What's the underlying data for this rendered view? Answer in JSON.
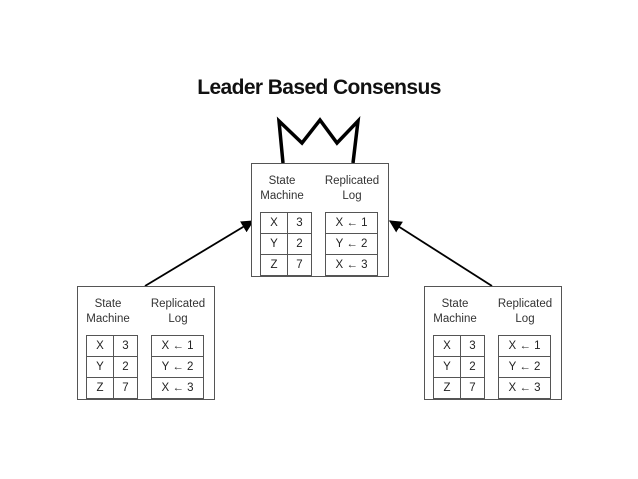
{
  "title": "Leader Based Consensus",
  "headers": {
    "state_machine": "State\nMachine",
    "replicated_log": "Replicated\nLog"
  },
  "nodes": [
    {
      "role": "leader",
      "state_machine": [
        {
          "key": "X",
          "value": "3"
        },
        {
          "key": "Y",
          "value": "2"
        },
        {
          "key": "Z",
          "value": "7"
        }
      ],
      "log": [
        "X ← 1",
        "Y ← 2",
        "X ← 3"
      ]
    },
    {
      "role": "follower",
      "state_machine": [
        {
          "key": "X",
          "value": "3"
        },
        {
          "key": "Y",
          "value": "2"
        },
        {
          "key": "Z",
          "value": "7"
        }
      ],
      "log": [
        "X ← 1",
        "Y ← 2",
        "X ← 3"
      ]
    },
    {
      "role": "follower",
      "state_machine": [
        {
          "key": "X",
          "value": "3"
        },
        {
          "key": "Y",
          "value": "2"
        },
        {
          "key": "Z",
          "value": "7"
        }
      ],
      "log": [
        "X ← 1",
        "Y ← 2",
        "X ← 3"
      ]
    }
  ],
  "edges": [
    {
      "from": "follower-left",
      "to": "leader"
    },
    {
      "from": "follower-right",
      "to": "leader"
    }
  ],
  "icons": {
    "leader_marker": "crown-icon"
  },
  "colors": {
    "stroke": "#000000",
    "box_border": "#555555"
  }
}
